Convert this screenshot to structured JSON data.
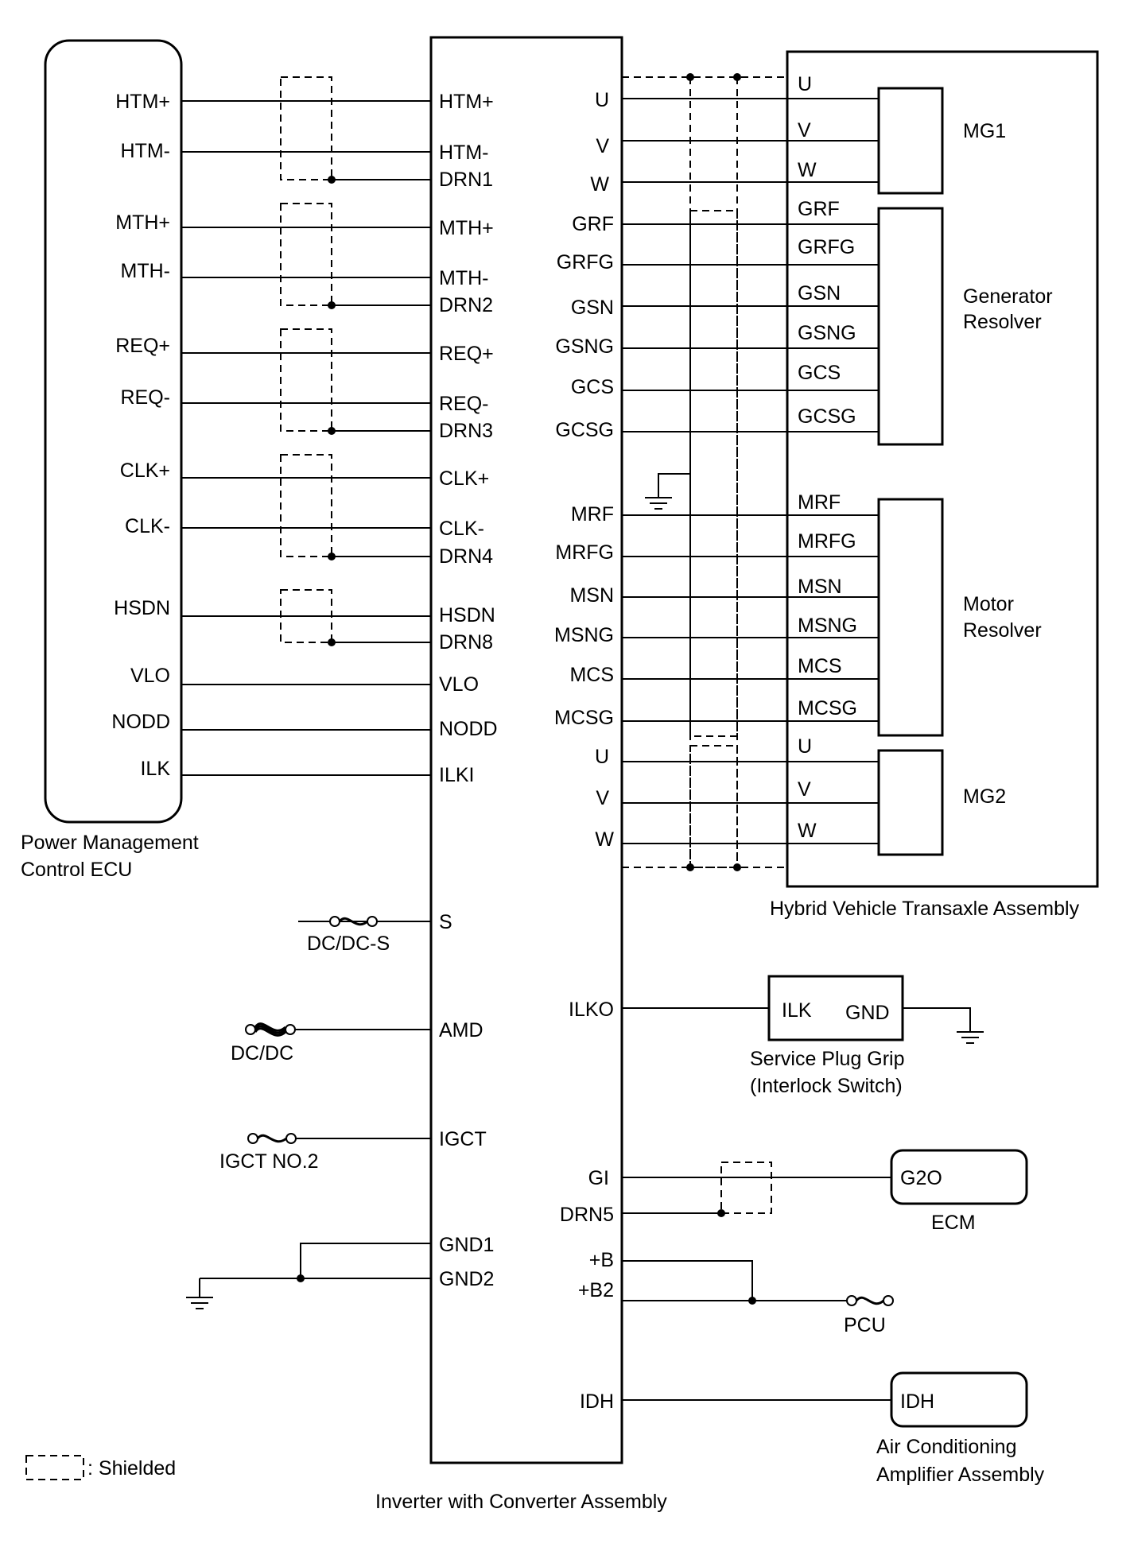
{
  "ecu": {
    "title_line1": "Power Management",
    "title_line2": "Control ECU",
    "pins": [
      "HTM+",
      "HTM-",
      "MTH+",
      "MTH-",
      "REQ+",
      "REQ-",
      "CLK+",
      "CLK-",
      "HSDN",
      "VLO",
      "NODD",
      "ILK"
    ]
  },
  "inverter": {
    "title": "Inverter with Converter Assembly",
    "left_pins": [
      "HTM+",
      "HTM-",
      "DRN1",
      "MTH+",
      "MTH-",
      "DRN2",
      "REQ+",
      "REQ-",
      "DRN3",
      "CLK+",
      "CLK-",
      "DRN4",
      "HSDN",
      "DRN8",
      "VLO",
      "NODD",
      "ILKI",
      "S",
      "AMD",
      "IGCT",
      "GND1",
      "GND2"
    ],
    "right_pins": [
      "U",
      "V",
      "W",
      "GRF",
      "GRFG",
      "GSN",
      "GSNG",
      "GCS",
      "GCSG",
      "MRF",
      "MRFG",
      "MSN",
      "MSNG",
      "MCS",
      "MCSG",
      "U",
      "V",
      "W",
      "ILKO",
      "GI",
      "DRN5",
      "+B",
      "+B2",
      "IDH"
    ]
  },
  "transaxle": {
    "title": "Hybrid Vehicle Transaxle Assembly",
    "pins": [
      "U",
      "V",
      "W",
      "GRF",
      "GRFG",
      "GSN",
      "GSNG",
      "GCS",
      "GCSG",
      "MRF",
      "MRFG",
      "MSN",
      "MSNG",
      "MCS",
      "MCSG",
      "U",
      "V",
      "W"
    ],
    "mg1": "MG1",
    "gen_resolver_line1": "Generator",
    "gen_resolver_line2": "Resolver",
    "motor_resolver_line1": "Motor",
    "motor_resolver_line2": "Resolver",
    "mg2": "MG2"
  },
  "fuses": {
    "dcdc_s": "DC/DC-S",
    "dcdc": "DC/DC",
    "igct": "IGCT NO.2",
    "pcu": "PCU"
  },
  "service_plug": {
    "pin_ilk": "ILK",
    "pin_gnd": "GND",
    "title_line1": "Service Plug Grip",
    "title_line2": "(Interlock Switch)"
  },
  "ecm": {
    "pin": "G2O",
    "title": "ECM"
  },
  "aircon": {
    "pin": "IDH",
    "title_line1": "Air Conditioning",
    "title_line2": "Amplifier Assembly"
  },
  "legend": {
    "shielded": ": Shielded"
  }
}
